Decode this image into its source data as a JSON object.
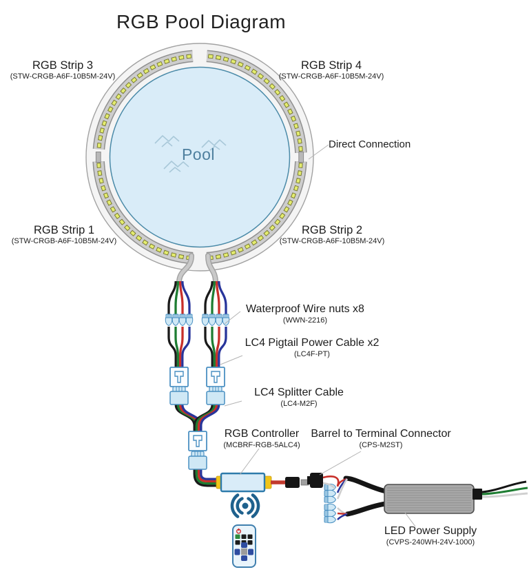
{
  "title": "RGB Pool Diagram",
  "pool": {
    "label": "Pool"
  },
  "labels": {
    "strip3": {
      "name": "RGB Strip 3",
      "part": "(STW-CRGB-A6F-10B5M-24V)"
    },
    "strip4": {
      "name": "RGB Strip 4",
      "part": "(STW-CRGB-A6F-10B5M-24V)"
    },
    "strip1": {
      "name": "RGB Strip 1",
      "part": "(STW-CRGB-A6F-10B5M-24V)"
    },
    "strip2": {
      "name": "RGB Strip 2",
      "part": "(STW-CRGB-A6F-10B5M-24V)"
    },
    "direct_connection": "Direct Connection",
    "wire_nuts": {
      "name": "Waterproof Wire nuts x8",
      "part": "(WWN-2216)"
    },
    "pigtail": {
      "name": "LC4 Pigtail Power Cable x2",
      "part": "(LC4F-PT)"
    },
    "splitter": {
      "name": "LC4 Splitter Cable",
      "part": "(LC4-M2F)"
    },
    "controller": {
      "name": "RGB Controller",
      "part": "(MCBRF-RGB-5ALC4)"
    },
    "barrel": {
      "name": "Barrel to Terminal Connector",
      "part": "(CPS-M2ST)"
    },
    "power_supply": {
      "name": "LED Power Supply",
      "part": "(CVPS-240WH-24V-1000)"
    }
  },
  "icons": {
    "wifi": "wifi-signal-icon",
    "remote_power": "power-icon"
  },
  "colors": {
    "wire_black": "#1a1a1a",
    "wire_green": "#1e7d32",
    "wire_red": "#c8302a",
    "wire_blue": "#28359b",
    "led_yellow": "#e3ec6f",
    "led_border": "#73732c",
    "strip_band": "#cdcdcd",
    "strip_band_border": "#8f8f8f",
    "ring_fill": "#f4f4f4",
    "pool_water": "#d9ecf8",
    "pool_edge": "#4a8aa8",
    "connector_blue_fill": "#cfe8f5",
    "connector_blue_border": "#4a90c2",
    "controller_yellow": "#f0c419",
    "wifi_blue": "#1f618d",
    "remote_dpad_blue": "#2e4ca0",
    "remote_green": "#2e8b3d",
    "leader_gray": "#b3b3b3"
  }
}
